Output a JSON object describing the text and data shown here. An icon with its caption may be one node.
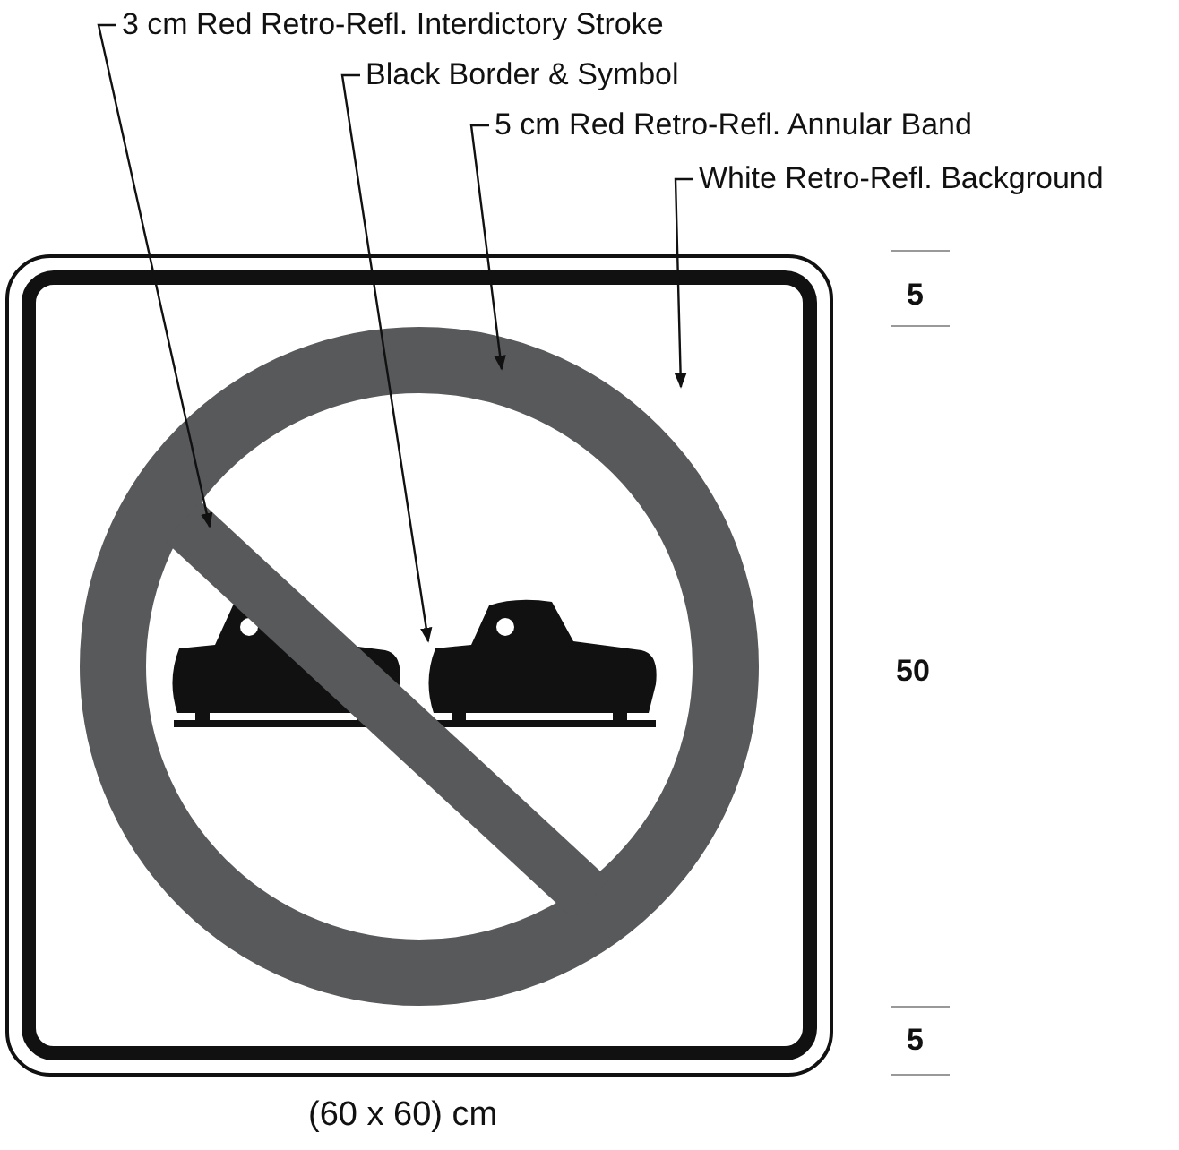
{
  "diagram": {
    "nodes": [
      {
        "text": [
          "3 cm Red Retro-Refl. Interdictory Stroke"
        ]
      },
      {
        "text": [
          "Black Border & Symbol"
        ]
      },
      {
        "text": [
          "5 cm Red Retro-Refl. Annular Band"
        ]
      },
      {
        "text": [
          "White Retro-Refl. Background"
        ]
      },
      {
        "text": [],
        "shape": "bar",
        "in": 6
      },
      {
        "text": [],
        "shape": "picture",
        "in": 6
      },
      {
        "text": [],
        "shape": "circle",
        "in": 7
      },
      {
        "text": [],
        "shape": "box",
        "beside": [
          "(60 x 60) cm"
        ]
      }
    ],
    "edges": [
      {
        "from": 0,
        "to": 4,
        "arrow": "to"
      },
      {
        "from": 1,
        "to": 5,
        "arrow": "to"
      },
      {
        "from": 2,
        "to": 6,
        "arrow": "to"
      },
      {
        "from": 3,
        "to": 7,
        "arrow": "to"
      }
    ],
    "labels": [
      "5",
      "50",
      "5"
    ]
  }
}
